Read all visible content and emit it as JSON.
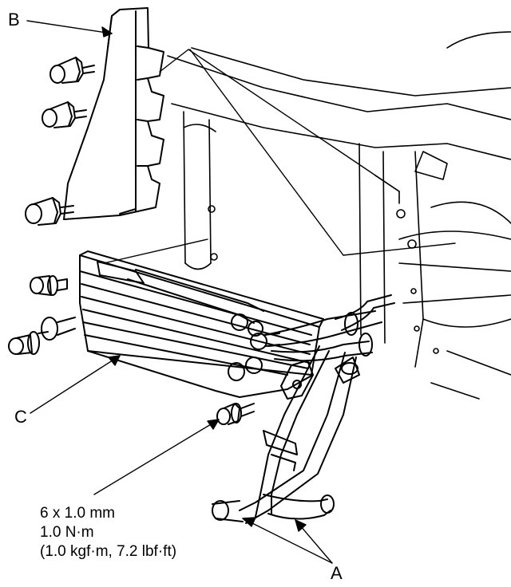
{
  "callouts": {
    "a": "A",
    "b": "B",
    "c": "C"
  },
  "torque_spec": {
    "size": "6 x 1.0 mm",
    "torque_nm": "1.0 N·m",
    "torque_alt": "(1.0 kgf·m, 7.2 lbf·ft)"
  },
  "colors": {
    "line": "#000000",
    "background": "#ffffff"
  }
}
